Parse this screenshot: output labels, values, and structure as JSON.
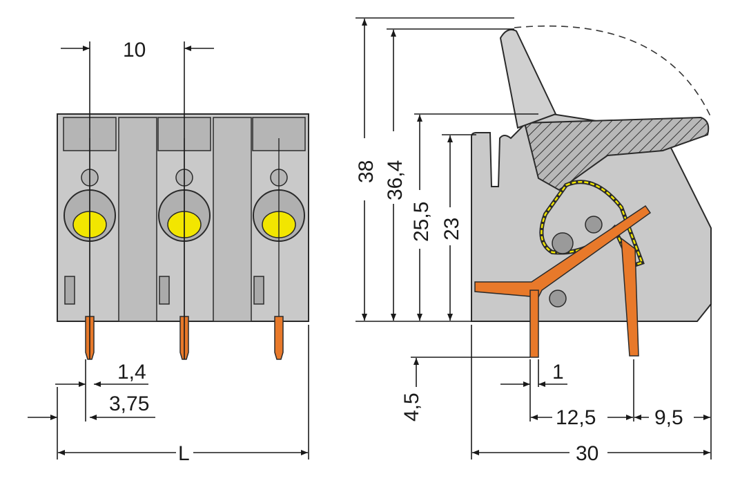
{
  "title": "Terminal block dimensional drawing",
  "colors": {
    "housing": "#c9c9c9",
    "button": "#f2e600",
    "contact": "#e8792a",
    "line": "#1a1a1a"
  },
  "front_view": {
    "pitch_label": "10",
    "pin_width_label": "1,4",
    "pin_offset_label": "3,75",
    "length_label": "L",
    "pole_count": 3
  },
  "side_view": {
    "height_open_label": "38",
    "height_lever_label": "36,4",
    "height_lever_closed_label": "25,5",
    "height_body_label": "23",
    "pin_length_label": "4,5",
    "pin_thickness_label": "1",
    "pin_spacing_label": "12,5",
    "rear_offset_label": "9,5",
    "depth_label": "30"
  }
}
